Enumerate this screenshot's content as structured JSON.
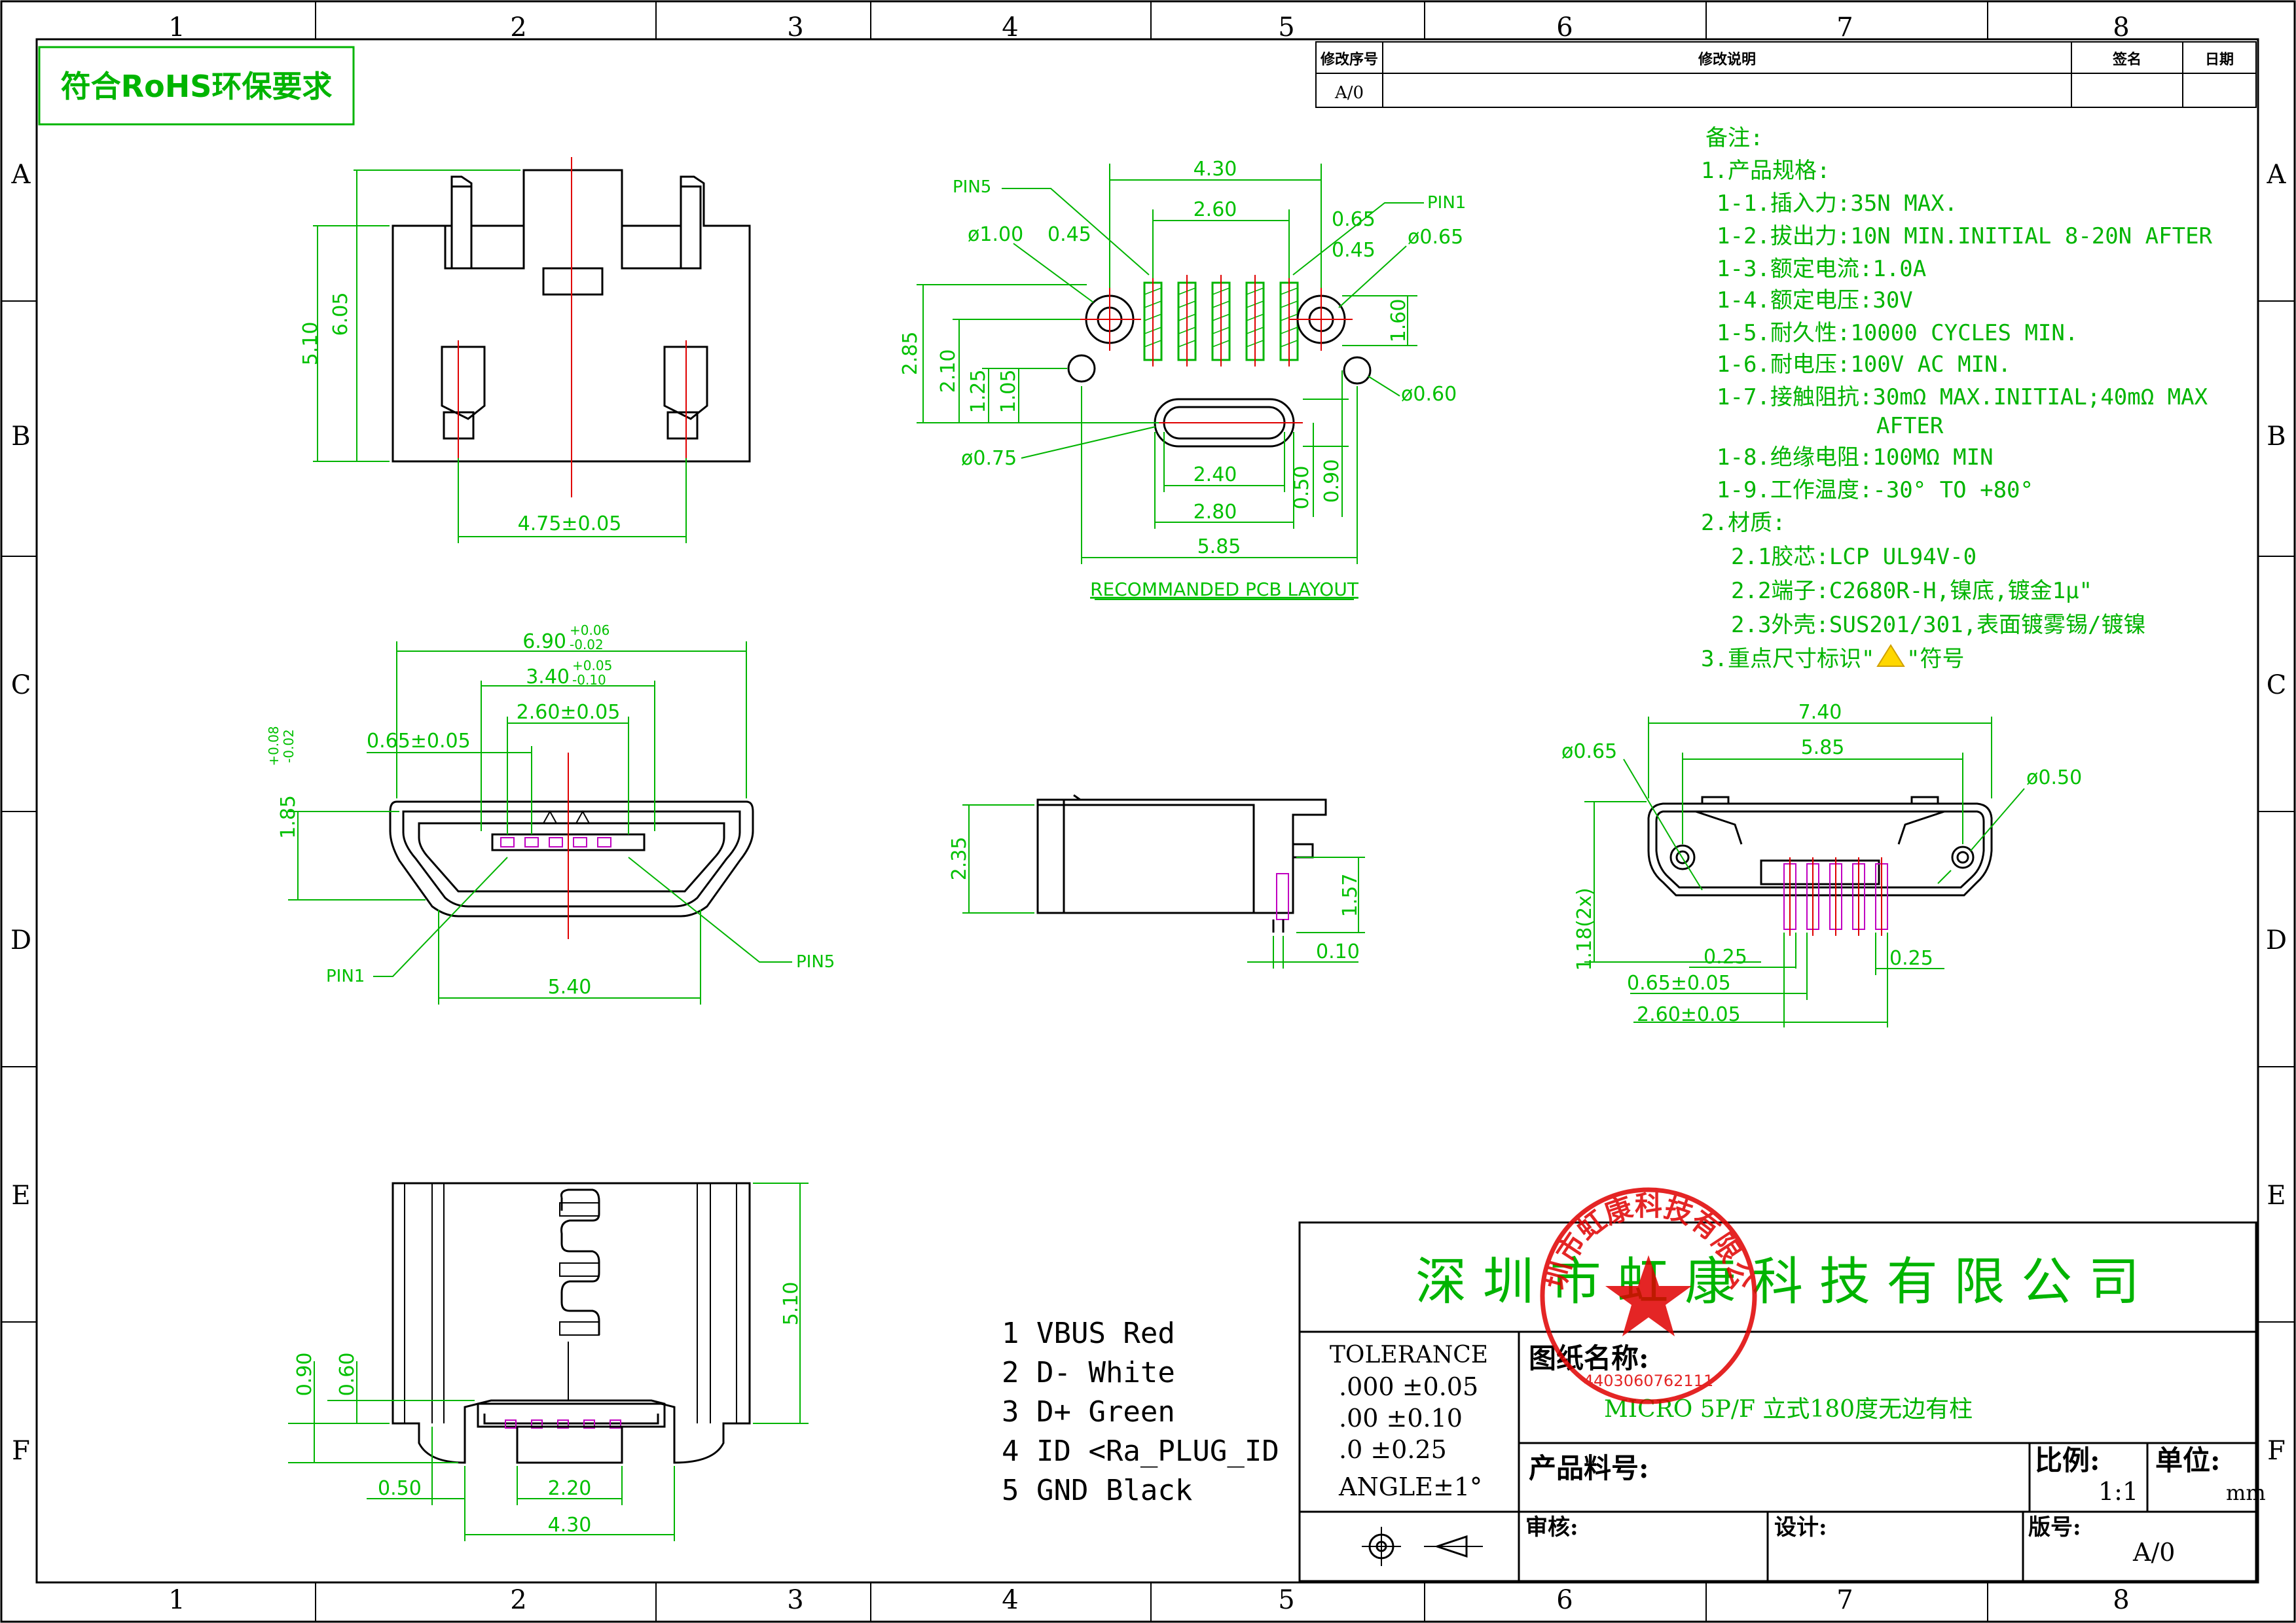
{
  "rohs_badge": "符合RoHS环保要求",
  "zones": {
    "columns": [
      "1",
      "2",
      "3",
      "4",
      "5",
      "6",
      "7",
      "8"
    ],
    "rows": [
      "A",
      "B",
      "C",
      "D",
      "E",
      "F"
    ]
  },
  "revision_table": {
    "headers": [
      "修改序号",
      "修改说明",
      "签名",
      "日期"
    ],
    "rows": [
      [
        "A/0",
        "",
        "",
        ""
      ]
    ]
  },
  "notes": {
    "heading": "备注:",
    "section1": "1.产品规格:",
    "specs": [
      "1-1.插入力:35N MAX.",
      "1-2.拔出力:10N MIN.INITIAL 8-20N AFTER",
      "1-3.额定电流:1.0A",
      "1-4.额定电压:30V",
      "1-5.耐久性:10000 CYCLES MIN.",
      "1-6.耐电压:100V AC MIN.",
      "1-7.接触阻抗:30mΩ MAX.INITIAL;40mΩ MAX",
      "AFTER",
      "1-8.绝缘电阻:100MΩ MIN",
      "1-9.工作温度:-30° TO +80°"
    ],
    "section2": "2.材质:",
    "materials": [
      "2.1胶芯:LCP UL94V-0",
      "2.2端子:C2680R-H,镍底,镀金1μ\"",
      "2.3外壳:SUS201/301,表面镀雾锡/镀镍"
    ],
    "key_dim_prefix": "3.重点尺寸标识\"",
    "key_dim_suffix": "\"符号"
  },
  "pcb_layout": {
    "label": "RECOMMANDED PCB LAYOUT",
    "pin5": "PIN5",
    "pin1": "PIN1",
    "dims": {
      "w430": "4.30",
      "w260": "2.60",
      "d100": "ø1.00",
      "p045a": "0.45",
      "p065": "0.65",
      "d065": "ø0.65",
      "p045b": "0.45",
      "h160": "1.60",
      "h285": "2.85",
      "h210": "2.10",
      "h125": "1.25",
      "h105": "1.05",
      "d060": "ø0.60",
      "d075": "ø0.75",
      "w240": "2.40",
      "w280": "2.80",
      "h050": "0.50",
      "h090": "0.90",
      "w585": "5.85"
    }
  },
  "top_view": {
    "h605": "6.05",
    "h510": "5.10",
    "w475": "4.75±0.05"
  },
  "front_view": {
    "w690": "6.90",
    "w690_tol_plus": "+0.06",
    "w690_tol_minus": "-0.02",
    "w340": "3.40",
    "w340_tol_plus": "+0.05",
    "w340_tol_minus": "-0.10",
    "w260": "2.60±0.05",
    "p065": "0.65±0.05",
    "h185": "1.85",
    "h185_tol_plus": "+0.08",
    "h185_tol_minus": "-0.02",
    "w540": "5.40",
    "pin1": "PIN1",
    "pin5": "PIN5"
  },
  "side_view": {
    "h235": "2.35",
    "h157": "1.57",
    "w010": "0.10"
  },
  "bottom_view": {
    "w740": "7.40",
    "w585": "5.85",
    "d065": "ø0.65",
    "d050": "ø0.50",
    "h118": "1.18(2x)",
    "w025a": "0.25",
    "w025b": "0.25",
    "w065": "0.65±0.05",
    "w260": "2.60±0.05"
  },
  "lower_view": {
    "h510": "5.10",
    "h090": "0.90",
    "h060": "0.60",
    "w050": "0.50",
    "w220": "2.20",
    "w430": "4.30"
  },
  "pinout": [
    "1 VBUS Red",
    "2 D- White",
    "3 D+ Green",
    "4 ID <Ra_PLUG_ID",
    "5 GND Black"
  ],
  "title_block": {
    "company": "深 圳 市 虹 康 科 技 有 限 公 司",
    "tolerance_title": "TOLERANCE",
    "tolerances": [
      ".000 ±0.05",
      ".00  ±0.10",
      ".0   ±0.25"
    ],
    "angle": "ANGLE±1°",
    "drawing_name_label": "图纸名称:",
    "drawing_name": "MICRO 5P/F 立式180度无边有柱",
    "part_no_label": "产品料号:",
    "scale_label": "比例:",
    "scale_value": "1:1",
    "unit_label": "单位:",
    "unit_value": "mm",
    "review_label": "审核:",
    "design_label": "设计:",
    "version_label": "版号:",
    "version_value": "A/0",
    "stamp_text": "深圳市虹康科技有限公司",
    "stamp_number": "4403060762111"
  },
  "colors": {
    "dimension": "#00b400",
    "outline": "#000000",
    "centerline": "#e00000",
    "pin": "#c000c0",
    "stamp": "#e00000",
    "marker": "#ffd700"
  }
}
